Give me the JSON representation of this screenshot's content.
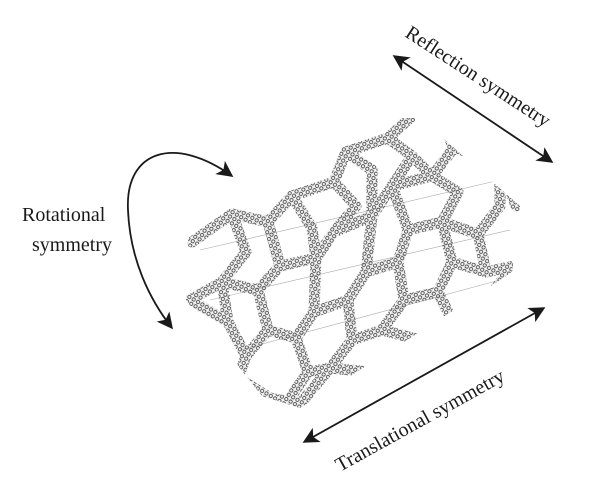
{
  "labels": {
    "rotational_line1": "Rotational",
    "rotational_line2": "symmetry",
    "reflection": "Reflection symmetry",
    "translational": "Translational symmetry"
  },
  "colors": {
    "background": "#ffffff",
    "ink": "#1a1a1a",
    "mesh": "#2b2b2b"
  }
}
